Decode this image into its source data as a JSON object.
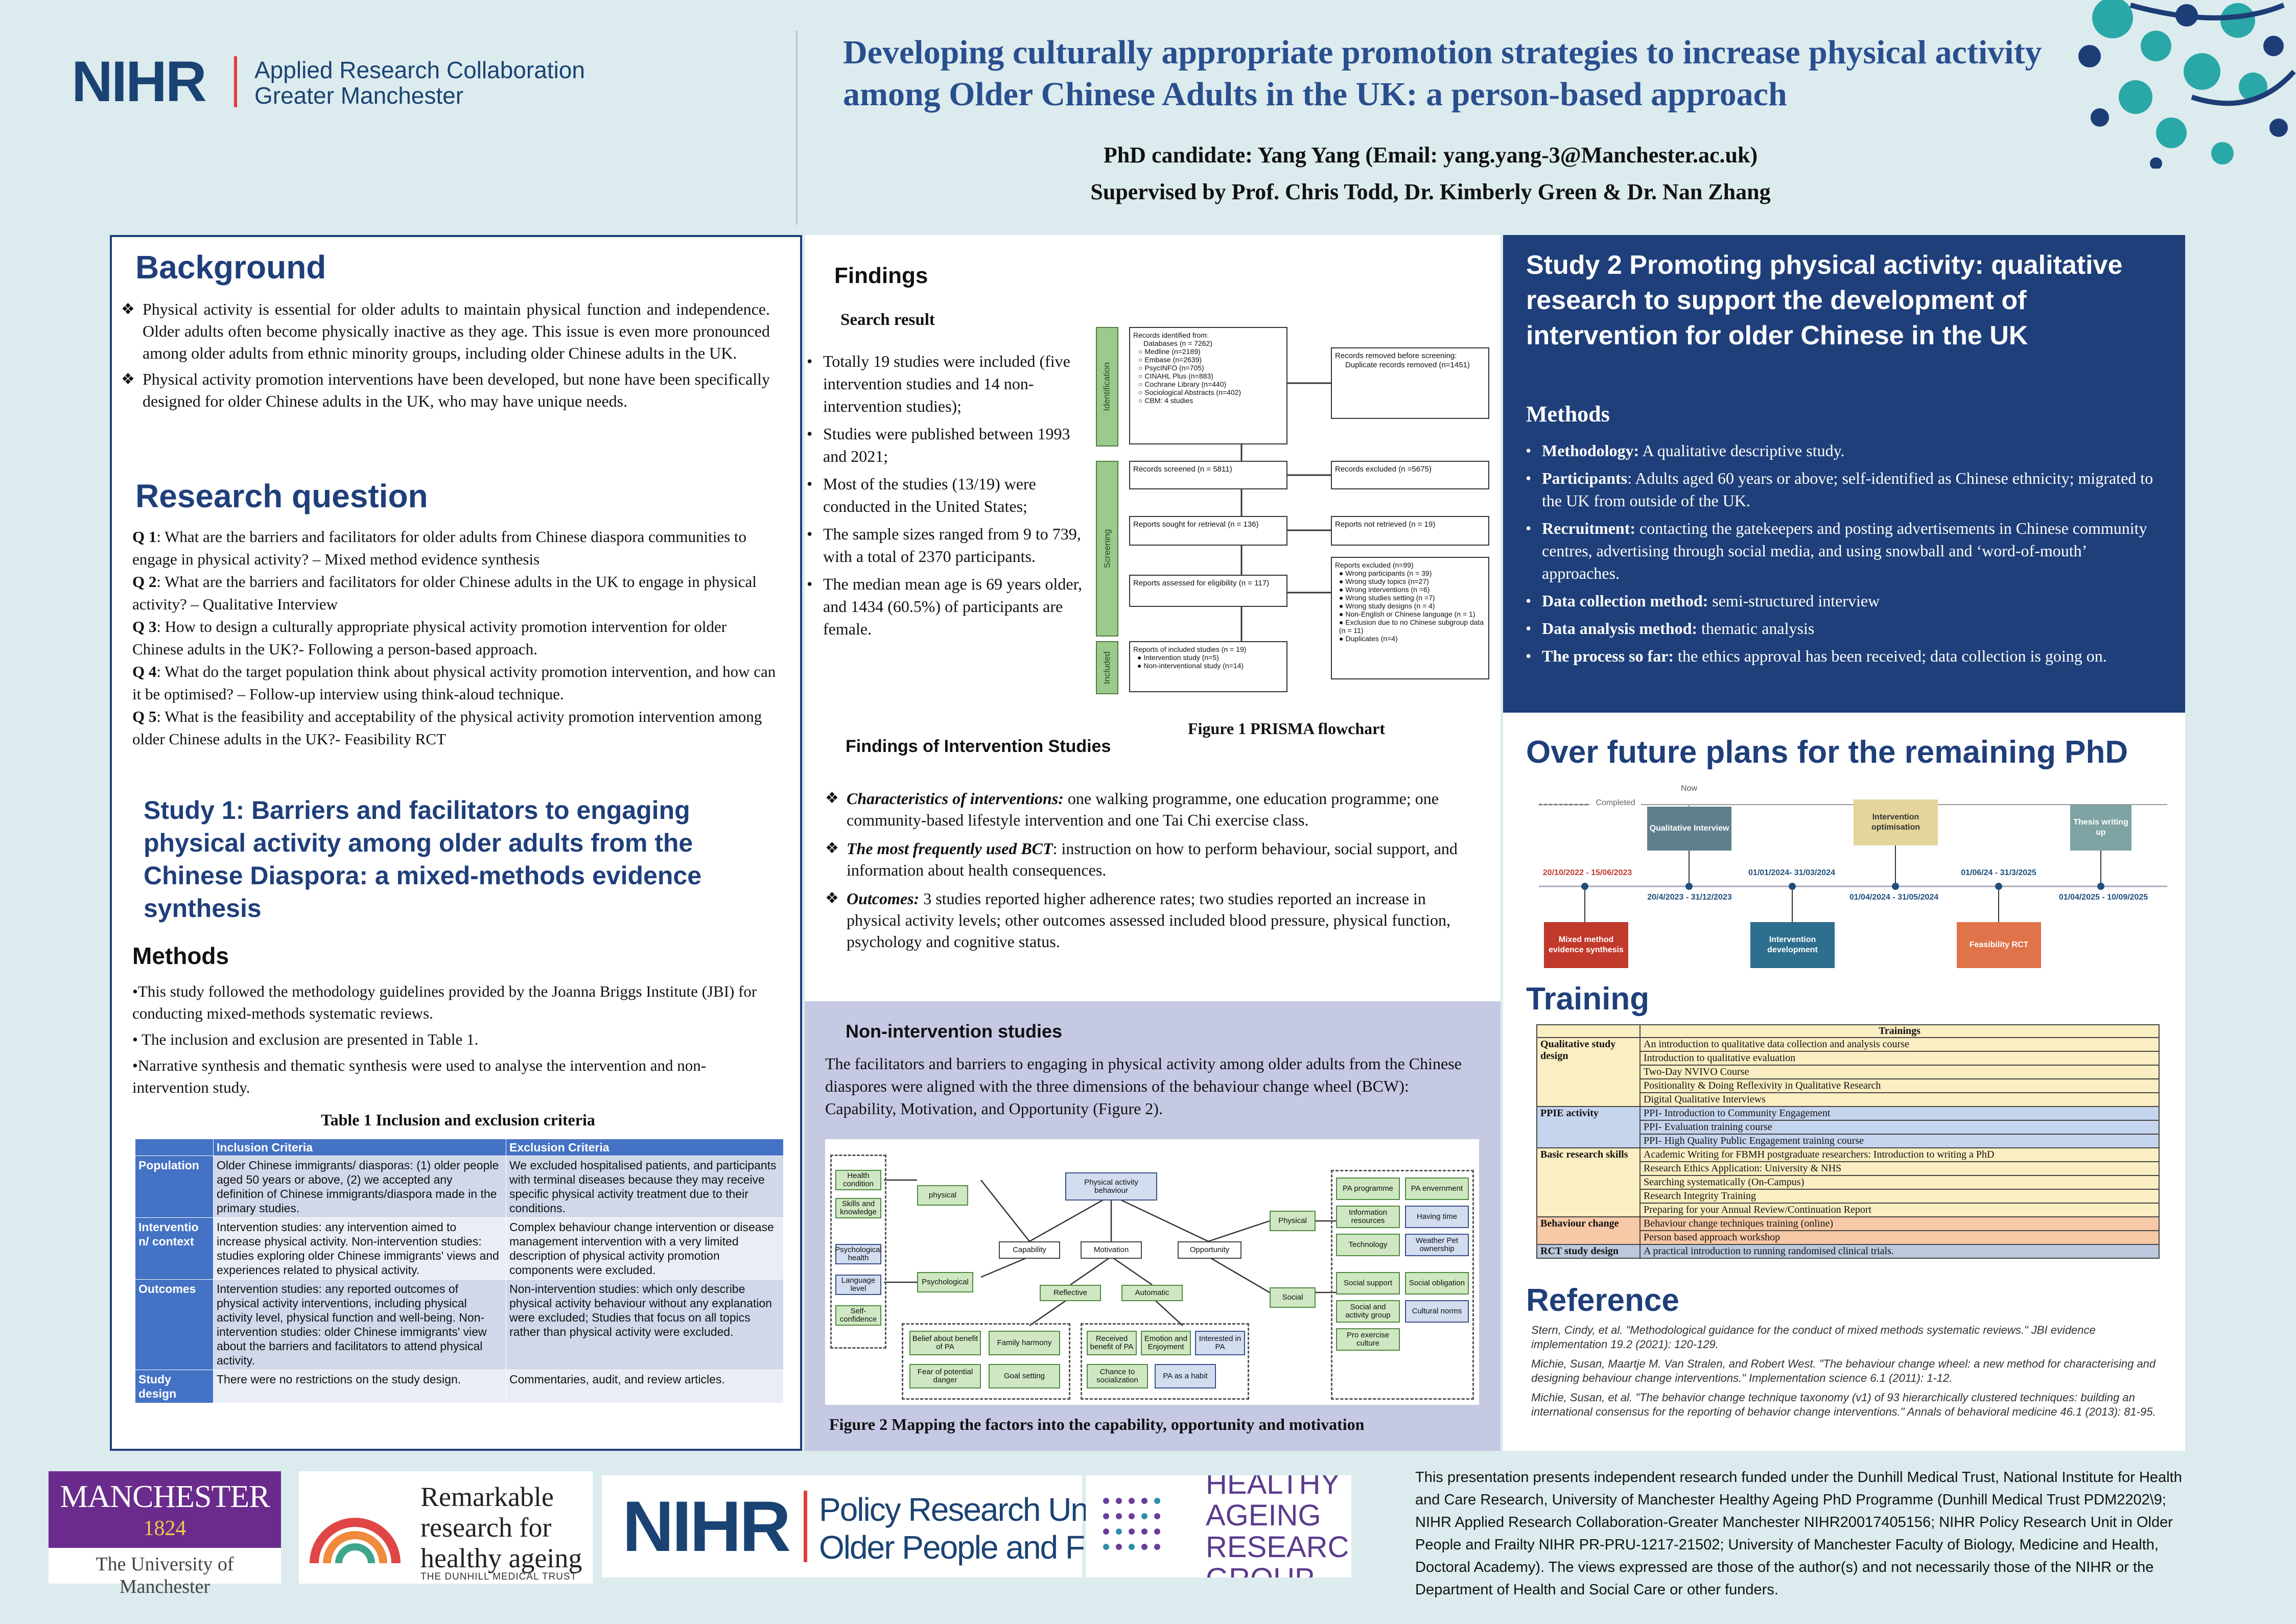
{
  "header": {
    "logo_nihr": "NIHR",
    "logo_arc_line1": "Applied Research Collaboration",
    "logo_arc_line2": "Greater Manchester",
    "title_line1": "Developing culturally appropriate promotion strategies to increase physical activity",
    "title_line2": "among Older Chinese Adults in the UK: a person-based approach",
    "candidate": "PhD candidate: Yang Yang (Email: yang.yang-3@Manchester.ac.uk)",
    "supervisors": "Supervised by Prof. Chris Todd, Dr. Kimberly Green & Dr. Nan Zhang"
  },
  "background": {
    "heading": "Background",
    "bullets": [
      "Physical activity is essential for older adults to maintain physical function and independence. Older adults often become physically inactive as they age. This issue is even more pronounced among older adults from ethnic minority groups, including older Chinese adults in the UK.",
      "Physical activity promotion interventions have been developed, but none have been specifically designed for older Chinese adults in the UK, who may have unique needs."
    ]
  },
  "research_question": {
    "heading": "Research question",
    "items": [
      {
        "q": "Q 1",
        "text": ": What are the barriers and facilitators for older adults from Chinese diaspora communities to engage in physical activity? – Mixed method evidence synthesis"
      },
      {
        "q": "Q 2",
        "text": ": What are the barriers and facilitators for older Chinese adults in the UK to engage in physical activity? – Qualitative Interview"
      },
      {
        "q": "Q 3",
        "text": ": How to design a culturally appropriate physical activity promotion intervention for older Chinese adults in the UK?- Following a person-based approach."
      },
      {
        "q": "Q 4",
        "text": ": What do the target population think about physical activity promotion intervention, and how can it be optimised? – Follow-up interview using think-aloud technique."
      },
      {
        "q": "Q 5",
        "text": ": What is the feasibility and acceptability of the physical activity promotion intervention among older Chinese adults in the UK?- Feasibility RCT"
      }
    ]
  },
  "study1": {
    "heading": "Study 1: Barriers and facilitators to engaging physical activity among older adults from the Chinese Diaspora: a mixed-methods evidence synthesis",
    "methods_heading": "Methods",
    "methods": [
      "•This study followed the methodology guidelines provided by the Joanna Briggs Institute (JBI) for conducting mixed-methods systematic reviews.",
      "• The inclusion and exclusion are presented in Table 1.",
      "•Narrative synthesis and thematic synthesis were used to analyse the intervention and non-intervention study."
    ],
    "table_caption": "Table 1 Inclusion and exclusion criteria",
    "table_headers": [
      "",
      "Inclusion Criteria",
      "Exclusion Criteria"
    ],
    "table_rows": [
      [
        "Population",
        "Older Chinese immigrants/ diasporas: (1) older people aged 50 years or above, (2) we accepted any definition of Chinese immigrants/diaspora made in the primary studies.",
        "We excluded hospitalised patients, and participants with terminal diseases because they may receive specific physical activity treatment due to their conditions."
      ],
      [
        "Interventio n/ context",
        "Intervention studies: any intervention aimed to increase physical activity. Non-intervention studies: studies exploring older Chinese immigrants' views and experiences related to physical activity.",
        "Complex behaviour change intervention or disease management intervention with a very limited description of physical activity promotion components were excluded."
      ],
      [
        "Outcomes",
        "Intervention studies: any reported outcomes of physical activity interventions, including physical activity level, physical function and well-being. Non-intervention studies: older Chinese immigrants' view about the barriers and facilitators to attend physical activity.",
        "Non-intervention studies: which only describe physical activity behaviour without any explanation were excluded; Studies that focus on all topics rather than physical activity were excluded."
      ],
      [
        "Study design",
        "There were no restrictions on the study design.",
        "Commentaries, audit, and review articles."
      ]
    ]
  },
  "findings": {
    "heading": "Findings",
    "search_heading": "Search result",
    "search_bullets": [
      "Totally 19 studies were included (five intervention studies and 14 non-intervention studies);",
      "Studies were published between 1993 and 2021;",
      "Most of the studies (13/19) were conducted in the United States;",
      "The sample sizes ranged from 9 to 739, with a total of 2370 participants.",
      "The median mean age is 69 years older, and 1434 (60.5%) of participants are female."
    ],
    "prisma": {
      "side_identification": "Identification",
      "side_screening": "Screening",
      "side_included": "Included",
      "identified_title": "Records identified from:",
      "identified_sub": "Databases (n = 7262)",
      "identified_list": [
        "Medline (n=2189)",
        "Embase (n=2639)",
        "PsycINFO (n=705)",
        "CINAHL Plus (n=883)",
        "Cochrane Library (n=440)",
        "Sociological Abstracts (n=402)",
        "CBM: 4 studies"
      ],
      "removed_title": "Records removed before screening:",
      "removed_item": "Duplicate records removed (n=1451)",
      "screened": "Records screened (n = 5811)",
      "excluded": "Records excluded (n =5675)",
      "sought": "Reports sought for retrieval (n = 136)",
      "not_retrieved": "Reports not retrieved (n = 19)",
      "assessed": "Reports assessed for eligibility (n = 117)",
      "reports_excluded_title": "Reports excluded (n=99)",
      "reports_excluded_list": [
        "Wrong participants (n = 39)",
        "Wrong study topics (n=27)",
        "Wrong interventions (n =6)",
        "Wrong studies setting (n =7)",
        "Wrong study designs (n = 4)",
        "Non-English or Chinese language (n = 1)",
        "Exclusion due to no Chinese subgroup data (n = 11)",
        "Duplicates (n=4)"
      ],
      "included_title": "Reports of included studies (n = 19)",
      "included_list": [
        "Intervention study (n=5)",
        "Non-interventional study (n=14)"
      ]
    },
    "figure1_caption": "Figure 1 PRISMA flowchart",
    "intervention_heading": "Findings of Intervention Studies",
    "intervention_items": [
      {
        "label": "Characteristics of interventions:",
        "text": " one walking programme, one education programme; one community-based lifestyle intervention and one Tai Chi exercise class."
      },
      {
        "label": "The most frequently used BCT",
        "text": ": instruction on how to perform behaviour, social support, and information about health consequences."
      },
      {
        "label": "Outcomes:",
        "text": " 3 studies reported higher adherence rates; two studies reported an increase in physical activity levels; other outcomes assessed included blood pressure, physical function, psychology and cognitive status."
      }
    ]
  },
  "non_intervention": {
    "heading": "Non-intervention studies",
    "text": "The facilitators and barriers to engaging in physical activity among older adults from the Chinese diaspores were aligned with the three dimensions of the behaviour change wheel (BCW): Capability, Motivation, and Opportunity (Figure 2).",
    "bcw": {
      "pa_behaviour": "Physical activity behaviour",
      "capability": "Capability",
      "motivation": "Motivation",
      "opportunity": "Opportunity",
      "physical_c": "physical",
      "psychological_c": "Psychological",
      "reflective": "Reflective",
      "automatic": "Automatic",
      "physical_o": "Physical",
      "social_o": "Social",
      "health": "Health condition",
      "skills": "Skills and knowledge",
      "psych_health": "Psychological health",
      "language": "Language level",
      "self_conf": "Self-confidence",
      "belief": "Belief about benefit of PA",
      "family": "Family harmony",
      "fear": "Fear of potential danger",
      "goal": "Goal setting",
      "received": "Received benefit of PA",
      "emotion": "Emotion and Enjoyment",
      "interested": "Interested in PA",
      "chance": "Chance to socialization",
      "habit": "PA as a habit",
      "pa_programme": "PA programme",
      "pa_env": "PA envernment",
      "info": "Information resources",
      "time": "Having time",
      "tech": "Technology",
      "weather": "Weather Pet ownership",
      "social_support": "Social support",
      "social_obl": "Social obligation",
      "group": "Social and activity group",
      "cultural": "Cultural norms",
      "pro_ex": "Pro exercise culture"
    },
    "figure2_caption": "Figure 2 Mapping the factors into the capability, opportunity and motivation"
  },
  "study2": {
    "heading": "Study 2 Promoting physical activity: qualitative research to support the development of intervention for older Chinese in the UK",
    "methods_heading": "Methods",
    "items": [
      {
        "label": "Methodology:",
        "text": " A qualitative descriptive study."
      },
      {
        "label": "Participants",
        "text": ": Adults aged 60 years or above; self-identified as Chinese ethnicity; migrated to the UK from outside of the UK."
      },
      {
        "label": "Recruitment:",
        "text": " contacting the gatekeepers and posting advertisements in Chinese community centres, advertising through social media, and using snowball and ‘word-of-mouth’ approaches."
      },
      {
        "label": "Data collection method:",
        "text": " semi-structured interview"
      },
      {
        "label": "Data analysis method:",
        "text": " thematic analysis"
      },
      {
        "label": "The process so far:",
        "text": " the ethics approval has been received; data collection is going on."
      }
    ]
  },
  "future": {
    "heading": "Over future plans for the remaining PhD",
    "completed": "Completed",
    "now": "Now",
    "milestones": [
      {
        "label": "Mixed method evidence synthesis",
        "date": "20/10/2022 - 15/06/2023",
        "color": "#c0392b"
      },
      {
        "label": "Qualitative Interview",
        "date": "20/4/2023 - 31/12/2023",
        "color": "#5f7f8c"
      },
      {
        "label": "Intervention development",
        "date": "01/01/2024- 31/03/2024",
        "color": "#2e6e8e"
      },
      {
        "label": "Intervention optimisation",
        "date": "01/04/2024 - 31/05/2024",
        "color": "#e3d59b"
      },
      {
        "label": "Feasibility RCT",
        "date": "01/06/24 - 31/3/2025",
        "color": "#e0734a"
      },
      {
        "label": "Thesis writing up",
        "date": "01/04/2025 - 10/09/2025",
        "color": "#7fa3a3"
      }
    ]
  },
  "training": {
    "heading": "Training",
    "table_header": "Trainings",
    "groups": [
      {
        "name": "Qualitative study design",
        "color": "#fbeec2",
        "items": [
          "An introduction to qualitative data collection and analysis course",
          "Introduction to qualitative evaluation",
          "Two-Day NVIVO Course",
          "Positionality & Doing Reflexivity in Qualitative Research",
          "Digital Qualitative Interviews"
        ]
      },
      {
        "name": "PPIE activity",
        "color": "#c6d5ee",
        "items": [
          "PPI- Introduction to Community Engagement",
          "PPI- Evaluation training course",
          "PPI- High Quality Public Engagement training course"
        ]
      },
      {
        "name": "Basic research skills",
        "color": "#fbeec2",
        "items": [
          "Academic Writing for FBMH postgraduate researchers: Introduction to writing a PhD",
          "Research Ethics Application: University & NHS",
          "Searching systematically (On-Campus)",
          "Research Integrity Training",
          "Preparing for your Annual Review/Continuation Report"
        ]
      },
      {
        "name": "Behaviour change",
        "color": "#f7c9a6",
        "items": [
          "Behaviour change techniques training (online)",
          "Person based approach workshop"
        ]
      },
      {
        "name": "RCT study design",
        "color": "#bcc8dc",
        "items": [
          "A practical introduction to running randomised clinical trials."
        ]
      }
    ]
  },
  "reference": {
    "heading": "Reference",
    "items": [
      "Stern, Cindy, et al. \"Methodological guidance for the conduct of mixed methods systematic reviews.\" JBI evidence implementation 19.2 (2021): 120-129.",
      "Michie, Susan, Maartje M. Van Stralen, and Robert West. \"The behaviour change wheel: a new method for characterising and designing behaviour change interventions.\" Implementation science 6.1 (2011): 1-12.",
      "Michie, Susan, et al. \"The behavior change technique taxonomy (v1) of 93 hierarchically clustered techniques: building an international consensus for the reporting of behavior change interventions.\" Annals of behavioral medicine 46.1 (2013): 81-95."
    ]
  },
  "footer": {
    "manchester_line1": "MANCHESTER",
    "manchester_year": "1824",
    "manchester_sub": "The University of Manchester",
    "dunhill_line1": "Remarkable",
    "dunhill_line2": "research for",
    "dunhill_line3": "healthy ageing",
    "dunhill_sub": "THE DUNHILL MEDICAL TRUST",
    "nihr_logo": "NIHR",
    "pru_line1": "Policy Research Unit",
    "pru_line2": "Older People and Frailty",
    "hag_line1": "HEALTHY",
    "hag_line2": "AGEING",
    "hag_line3": "RESEARCH",
    "hag_line4": "GROUP",
    "funding": "This presentation presents independent research funded under the Dunhill Medical Trust, National Institute for Health and Care Research, University of Manchester Healthy Ageing PhD Programme (Dunhill Medical Trust PDM2202\\9; NIHR Applied Research Collaboration-Greater Manchester NIHR20017405156; NIHR Policy Research Unit in Older People and Frailty NIHR PR-PRU-1217-21502; University of Manchester Faculty of Biology, Medicine and Health, Doctoral Academy). The views expressed are those of the author(s) and not necessarily those of the NIHR or the Department of Health and Social Care or other funders."
  }
}
